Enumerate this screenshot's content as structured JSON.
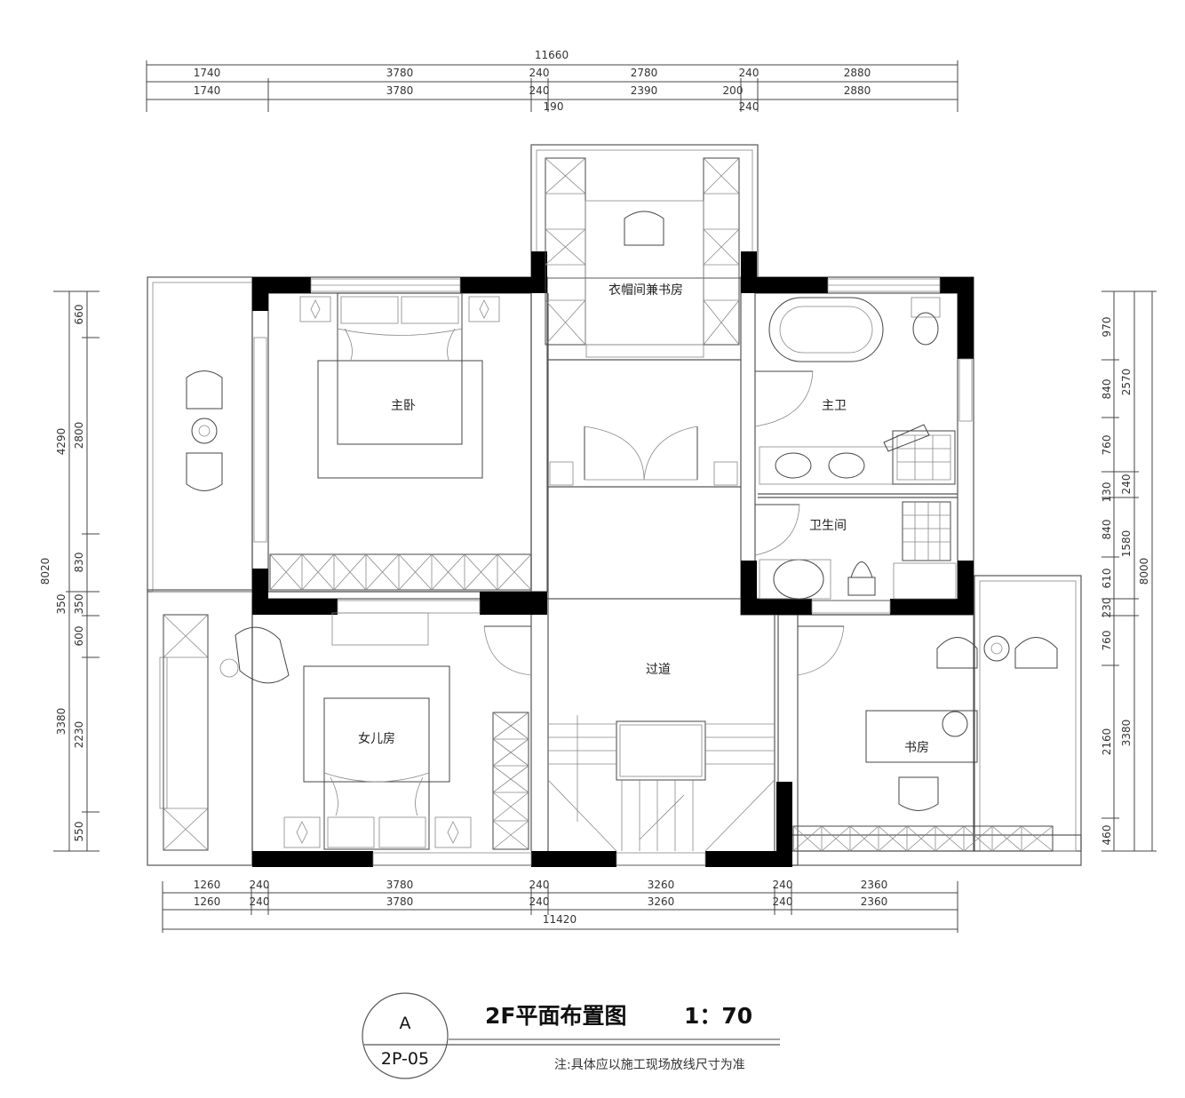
{
  "dimensions": {
    "top_total": "11660",
    "top_row1": [
      "1740",
      "3780",
      "240",
      "2780",
      "240",
      "2880"
    ],
    "top_row2": [
      "1740",
      "3780",
      "240",
      "2390",
      "200",
      "2880"
    ],
    "top_row3": [
      "190",
      "240"
    ],
    "bottom_row1": [
      "1260",
      "240",
      "3780",
      "240",
      "3260",
      "240",
      "2360"
    ],
    "bottom_row2": [
      "1260",
      "240",
      "3780",
      "240",
      "3260",
      "240",
      "2360"
    ],
    "bottom_total": "11420",
    "left_outer": [
      "4290",
      "8020",
      "3380"
    ],
    "left_inner": [
      "660",
      "2800",
      "830",
      "350",
      "350",
      "600",
      "2230",
      "550"
    ],
    "right_inner": [
      "970",
      "840",
      "760",
      "130",
      "840",
      "610",
      "230",
      "760",
      "2160",
      "460"
    ],
    "right_outer": [
      "2570",
      "240",
      "1580",
      "8000",
      "3380"
    ]
  },
  "rooms": {
    "cloakroom": "衣帽间兼书房",
    "master_bedroom": "主卧",
    "master_bath": "主卫",
    "bathroom": "卫生间",
    "corridor": "过道",
    "daughter_room": "女儿房",
    "study": "书房"
  },
  "title_block": {
    "badge_letter": "A",
    "badge_code": "2P-05",
    "title": "2F平面布置图",
    "scale": "1：70",
    "note": "注:具体应以施工现场放线尺寸为准"
  }
}
